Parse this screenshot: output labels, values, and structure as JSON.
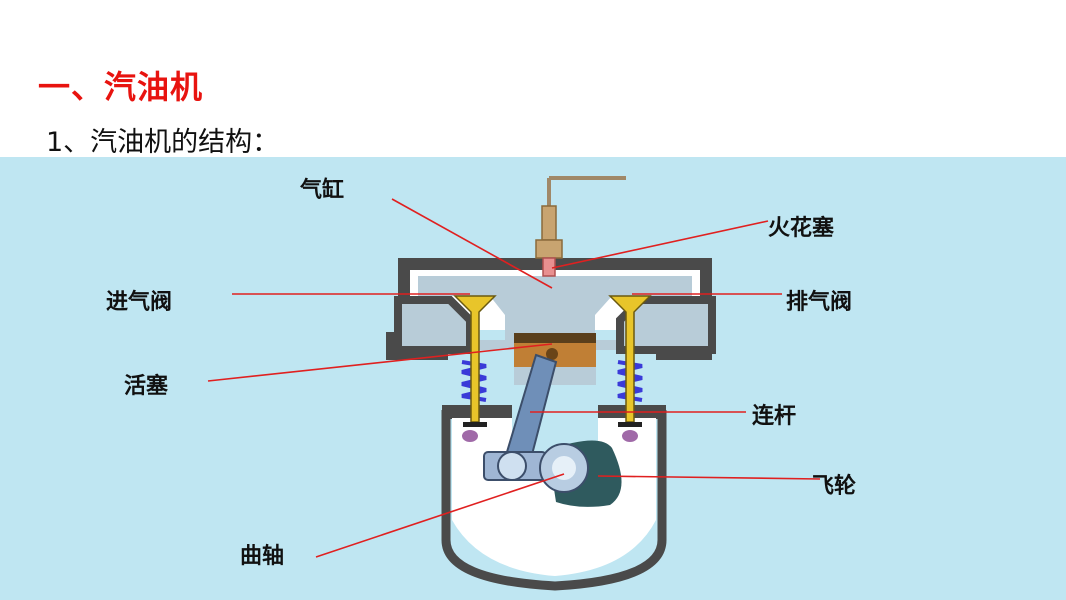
{
  "title": "一、汽油机",
  "subtitle": "1、汽油机的结构：",
  "labels": {
    "cylinder": "气缸",
    "spark_plug": "火花塞",
    "intake_valve": "进气阀",
    "exhaust_valve": "排气阀",
    "piston": "活塞",
    "connecting_rod": "连杆",
    "flywheel": "飞轮",
    "crankshaft": "曲轴"
  },
  "colors": {
    "title": "#e8130f",
    "panel": "#bfe6f2",
    "leader_line": "#e02020",
    "casing": "#4a4a4a",
    "chamber": "#b8ccd8",
    "valve": "#e8c52a",
    "piston": "#c07f35",
    "spring": "#3a3ad8",
    "rod": "#6f8fb8",
    "flywheel": "#2f5a5e"
  }
}
